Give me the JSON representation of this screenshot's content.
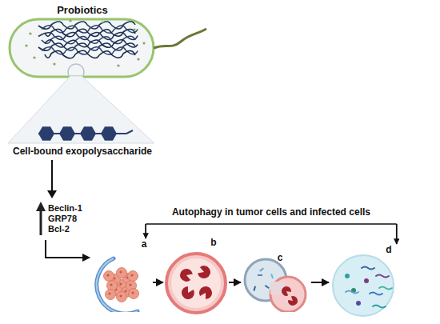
{
  "diagram": {
    "nodes": [
      {
        "text": [
          "Probiotics"
        ]
      },
      {
        "text": [
          "Cell-bound exopolysaccharide"
        ]
      },
      {
        "text": [
          "a"
        ]
      },
      {
        "text": [
          "b"
        ]
      },
      {
        "text": [
          "c"
        ]
      },
      {
        "text": [
          "d"
        ]
      }
    ],
    "edges": [
      {
        "from": 1,
        "to": 2,
        "arrow": "to"
      },
      {
        "from": 2,
        "to": 3,
        "arrow": "to"
      },
      {
        "from": 3,
        "to": 4,
        "arrow": "to"
      },
      {
        "from": 4,
        "to": 5,
        "arrow": "to"
      },
      {
        "from": 2,
        "to": 5,
        "label": "Autophagy in tumor cells and infected cells",
        "arrow": "both"
      }
    ],
    "labels": [
      "Beclin-1",
      "GRP78",
      "Bcl-2"
    ]
  }
}
